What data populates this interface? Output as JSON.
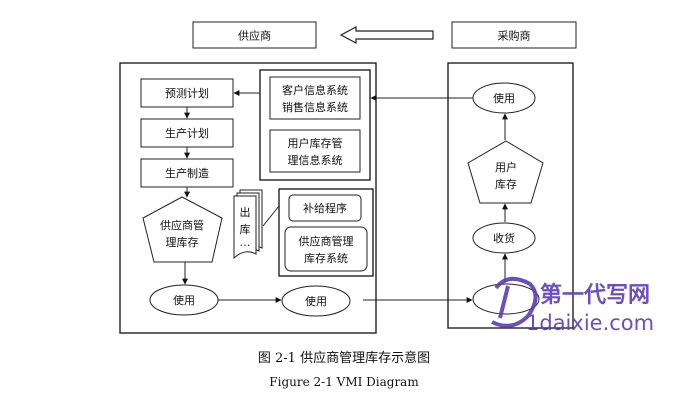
{
  "nodes": {
    "supplier": "供应商",
    "purchaser": "采购商",
    "forecast_plan": "预测计划",
    "production_plan": "生产计划",
    "manufacturing": "生产制造",
    "vmi_inventory_line1": "供应商管",
    "vmi_inventory_line2": "理库存",
    "customer_info_line1": "客户信息系统",
    "customer_info_line2": "销售信息系统",
    "user_inventory_mgmt_line1": "用户库存管",
    "user_inventory_mgmt_line2": "理信息系统",
    "outbound_line1": "出",
    "outbound_line2": "库",
    "outbound_line3": "…",
    "replenishment": "补给程序",
    "supplier_mgmt_line1": "供应商管理",
    "supplier_mgmt_line2": "库存系统",
    "use_left": "使用",
    "use_middle": "使用",
    "use_buyer_top": "使用",
    "user_inventory_line1": "用户",
    "user_inventory_line2": "库存",
    "receiving": "收货"
  },
  "caption": {
    "chinese": "图 2-1  供应商管理库存示意图",
    "english": "Figure 2-1 VMI Diagram"
  },
  "watermark": {
    "line1": "第一代写网",
    "line2": "1daixie.com",
    "color": "#5b3db8"
  }
}
